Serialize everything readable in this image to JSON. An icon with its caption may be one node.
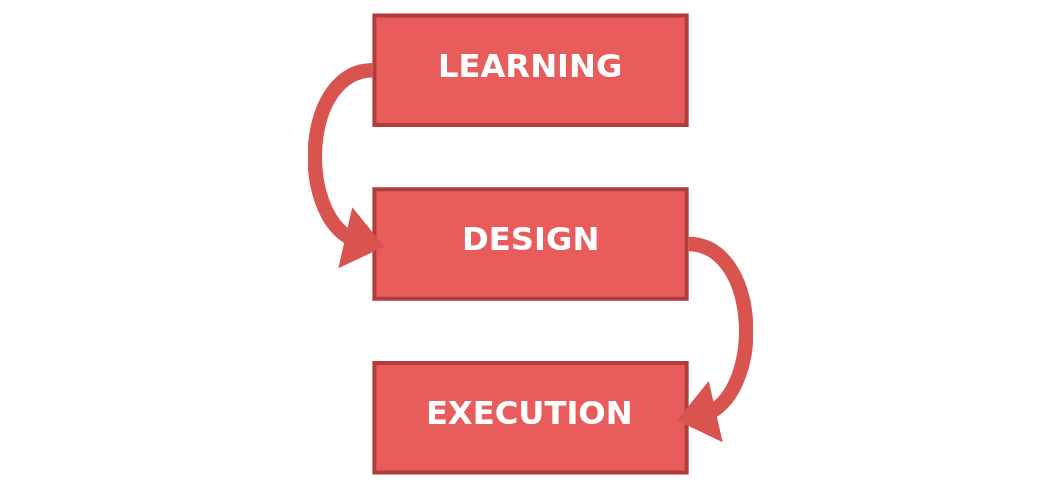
{
  "diagram": {
    "nodes": [
      {
        "text": [
          "LEARNING"
        ]
      },
      {
        "text": [
          "DESIGN"
        ]
      },
      {
        "text": [
          "EXECUTION"
        ]
      }
    ],
    "edges": [
      {
        "from": 0,
        "to": 1,
        "arrow": "to"
      },
      {
        "from": 1,
        "to": 2,
        "arrow": "to"
      }
    ]
  }
}
